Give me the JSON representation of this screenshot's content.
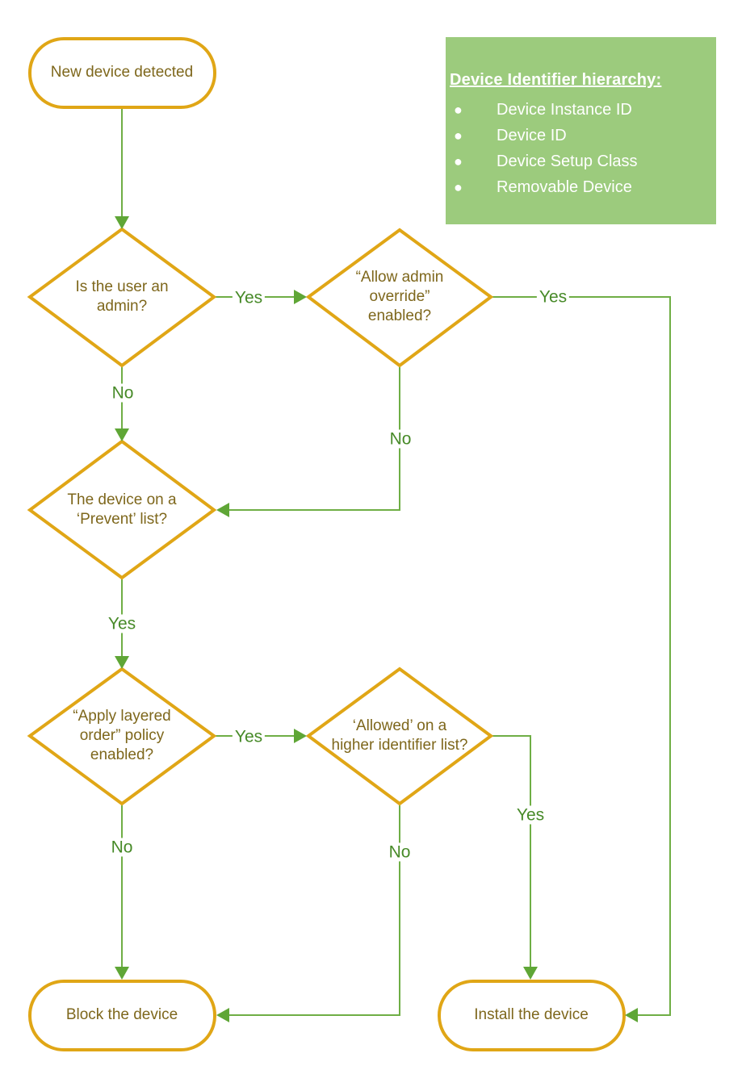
{
  "flowchart": {
    "nodes": {
      "start": {
        "label": "New device detected"
      },
      "admin": {
        "label": "Is the user an admin?"
      },
      "override": {
        "label": "“Allow admin override” enabled?"
      },
      "prevent": {
        "label": "The device on a ‘Prevent’ list?"
      },
      "layered": {
        "label": "“Apply layered order” policy enabled?"
      },
      "allowed": {
        "label": "‘Allowed’ on a higher identifier list?"
      },
      "block": {
        "label": "Block the device"
      },
      "install": {
        "label": "Install the device"
      }
    },
    "edge_labels": {
      "admin_yes": "Yes",
      "admin_no": "No",
      "override_yes": "Yes",
      "override_no": "No",
      "prevent_yes": "Yes",
      "layered_yes": "Yes",
      "layered_no": "No",
      "allowed_yes": "Yes",
      "allowed_no": "No"
    }
  },
  "legend": {
    "title": "Device Identifier hierarchy:",
    "items": [
      "Device Instance ID",
      "Device ID",
      "Device Setup Class",
      "Removable Device"
    ]
  },
  "colors": {
    "shape_border": "#E0A616",
    "shape_text": "#7E671C",
    "connector_line": "#6FAE45",
    "arrowhead": "#5FA636",
    "edge_label_text": "#478A28",
    "legend_background": "#9CCB7D",
    "legend_text": "#FFFFFF"
  }
}
